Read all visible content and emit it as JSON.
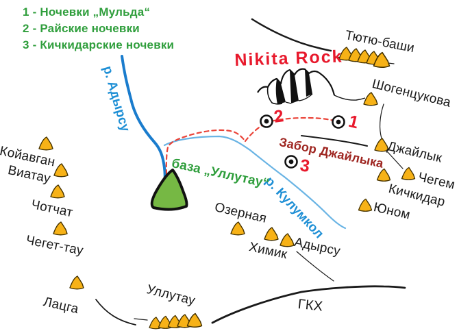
{
  "legend": {
    "item1": "1 - Ночевки „Мульда“",
    "item2": "2 - Райские ночевки",
    "item3": "3 - Кичкидарские ночевки"
  },
  "titles": {
    "nikita_rock": "Nikita Rock"
  },
  "ridges": {
    "zabor": "Забор Джайлыка",
    "gkh": "ГКХ"
  },
  "camp": {
    "base": "база „Уллутау“"
  },
  "rivers": {
    "adyrsu": "р. Адырсу",
    "kulumkol": "р. Кулумкол"
  },
  "peaks": {
    "tyutyu": "Тютю-баши",
    "shogentsukova": "Шогенцукова",
    "dzhailyk": "Джайлык",
    "chegem": "Чегем",
    "kichkidar": "Кичкидар",
    "yunom": "Юном",
    "koyavgan": "Койавган",
    "viatau": "Виатау",
    "chotchat": "Чотчат",
    "cheget_tau": "Чегет-тау",
    "latsga": "Лацга",
    "ullutau": "Уллутау",
    "ozernaya": "Озерная",
    "khimik": "Химик",
    "adyrsu_peak": "Адырсу"
  },
  "markers": {
    "m1": "1",
    "m2": "2",
    "m3": "3"
  },
  "colors": {
    "legend_green": "#2f9e3c",
    "river_blue": "#1a7ccd",
    "stream_blue": "#6ab4e4",
    "trail_red": "#ea4338",
    "marker_red": "#e8192c",
    "zabor_maroon": "#9e2520",
    "peak_orange": "#f7b217",
    "base_green": "#76b844",
    "line_black": "#1a1a1a"
  }
}
